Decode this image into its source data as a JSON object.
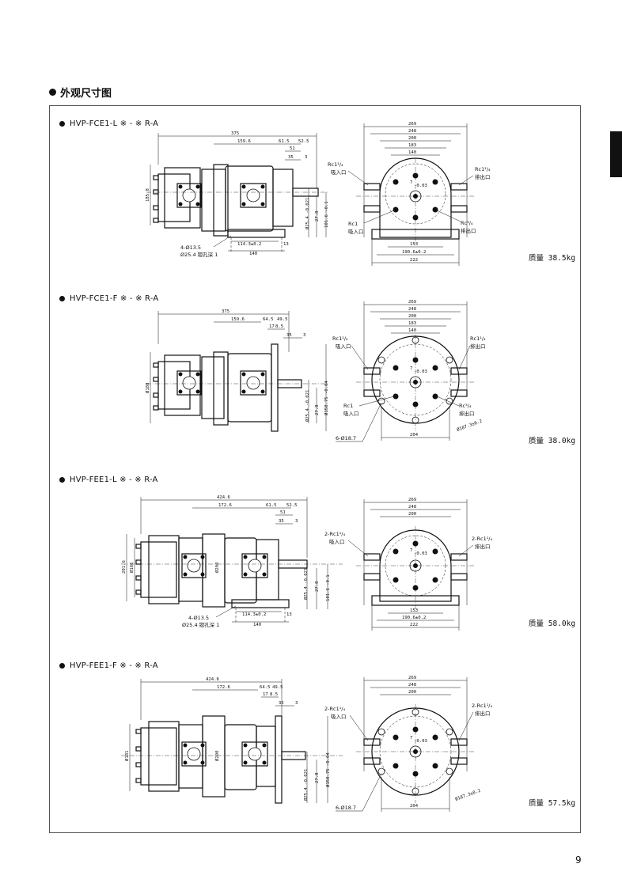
{
  "page": {
    "section_title": "外观尺寸图",
    "page_number": "9"
  },
  "sections": [
    {
      "model": "HVP-FCE1-L ※ - ※ R-A",
      "mass": "质量 38.5kg",
      "side": {
        "top_dims": [
          "375",
          "159.6",
          "61.5",
          "52.5",
          "51",
          "35",
          "3"
        ],
        "left_dim": "185.8",
        "right_dims": [
          "Ø25.4 -0.021",
          "27.8",
          "101.6 -0.1"
        ],
        "bottom_dims": [
          "114.3±0.2",
          "13",
          "140"
        ],
        "hole_note_1": "4-Ø13.5",
        "hole_note_2": "Ø25.4 锪孔深 1"
      },
      "front": {
        "top_dims": [
          "269",
          "248",
          "200",
          "183",
          "140"
        ],
        "key_dims": [
          "7",
          "-0.03"
        ],
        "port_left_1": "Rc1¹/₄",
        "port_left_1_name": "吸入口",
        "port_right_1": "Rc1¹/₄",
        "port_right_1_name": "排出口",
        "port_left_2": "Rc1",
        "port_left_2_name": "吸入口",
        "port_right_2": "Rc³/₄",
        "port_right_2_name": "排出口",
        "bottom_dims": [
          "153",
          "190.6±0.2",
          "222"
        ]
      }
    },
    {
      "model": "HVP-FCE1-F ※ - ※ R-A",
      "mass": "质量 38.0kg",
      "side": {
        "top_dims": [
          "375",
          "159.6",
          "64.5",
          "49.5",
          "17",
          "8.5",
          "35",
          "3"
        ],
        "left_dim": "Ø188",
        "right_dims": [
          "Ø25.4 -0.021",
          "27.8",
          "Ø158.75 -0.04"
        ],
        "bottom_dims": [],
        "hole_note_1": "",
        "hole_note_2": ""
      },
      "front": {
        "top_dims": [
          "269",
          "248",
          "200",
          "183",
          "140"
        ],
        "key_dims": [
          "7",
          "-0.03"
        ],
        "port_left_1": "Rc1¹/₄",
        "port_left_1_name": "吸入口",
        "port_right_1": "Rc1¹/₄",
        "port_right_1_name": "排出口",
        "port_left_2": "Rc1",
        "port_left_2_name": "吸入口",
        "port_right_2": "Rc³/₄",
        "port_right_2_name": "排出口",
        "holes_note": "6-Ø18.7",
        "pcd": "Ø187.3±0.2",
        "bottom_dims": [
          "204"
        ]
      }
    },
    {
      "model": "HVP-FEE1-L ※ - ※ R-A",
      "mass": "质量 58.0kg",
      "side": {
        "top_dims": [
          "424.6",
          "172.6",
          "61.5",
          "52.5",
          "51",
          "35",
          "3"
        ],
        "left_dims": [
          "201.6",
          "Ø166"
        ],
        "mid_dim": "Ø200",
        "right_dims": [
          "Ø25.4 -0.021",
          "27.8",
          "101.6 -0.1"
        ],
        "bottom_dims": [
          "114.3±0.2",
          "13",
          "140"
        ],
        "hole_note_1": "4-Ø13.5",
        "hole_note_2": "Ø25.4 锪孔深 1"
      },
      "front": {
        "top_dims": [
          "269",
          "248",
          "200"
        ],
        "key_dims": [
          "7",
          "-0.03"
        ],
        "port_left_1": "2-Rc1¹/₄",
        "port_left_1_name": "吸入口",
        "port_right_1": "2-Rc1¹/₄",
        "port_right_1_name": "排出口",
        "bottom_dims": [
          "153",
          "190.6±0.2",
          "222"
        ]
      }
    },
    {
      "model": "HVP-FEE1-F ※ - ※ R-A",
      "mass": "质量 57.5kg",
      "side": {
        "top_dims": [
          "424.6",
          "172.6",
          "64.5",
          "49.5",
          "17",
          "8.5",
          "35",
          "3"
        ],
        "left_dim": "Ø181",
        "mid_dim": "Ø200",
        "right_dims": [
          "Ø25.4 -0.021",
          "27.8",
          "Ø158.75 -0.04"
        ]
      },
      "front": {
        "top_dims": [
          "269",
          "248",
          "200"
        ],
        "key_dims": [
          "7",
          "-0.03"
        ],
        "port_left_1": "2-Rc1¹/₄",
        "port_left_1_name": "吸入口",
        "port_right_1": "2-Rc1¹/₄",
        "port_right_1_name": "排出口",
        "holes_note": "6-Ø18.7",
        "pcd": "Ø187.3±0.2",
        "bottom_dims": [
          "204"
        ]
      }
    }
  ]
}
